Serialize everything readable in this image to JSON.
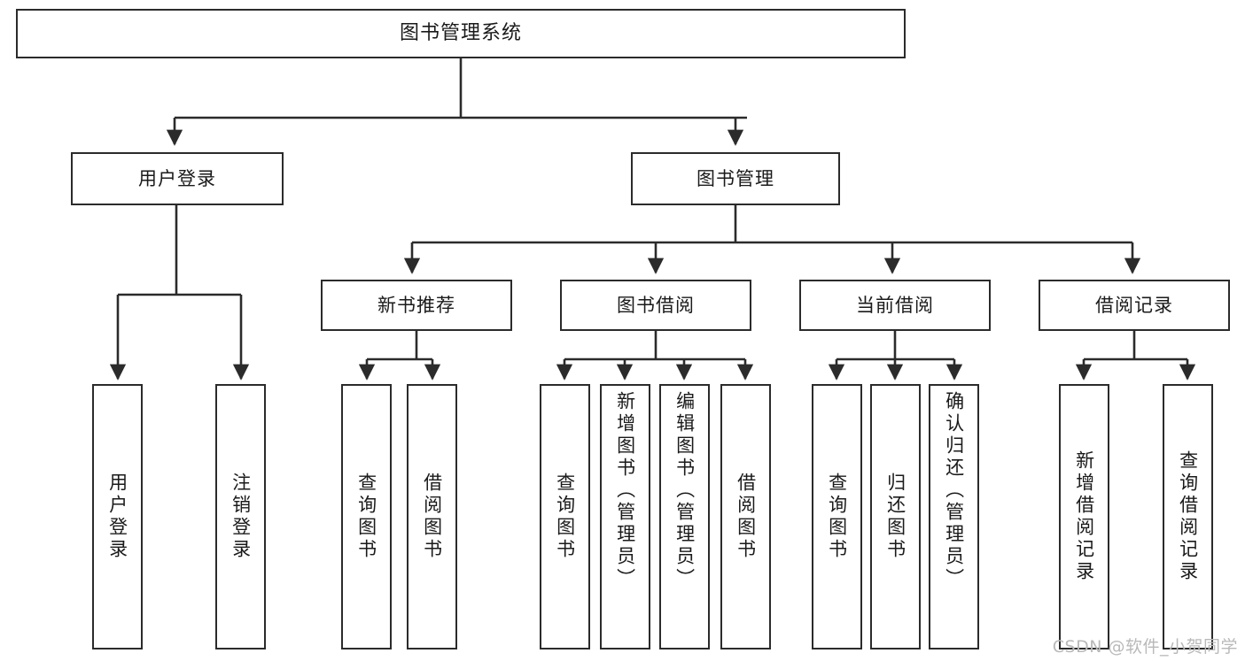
{
  "diagram": {
    "title": "图书管理系统",
    "type": "tree",
    "style": {
      "background": "#ffffff",
      "border_color": "#2b2b2b",
      "text_color": "#1a1a1a",
      "watermark_color": "#b9b9b9"
    },
    "watermark": "CSDN @软件_小贺同学",
    "root": {
      "label": "图书管理系统"
    },
    "level2": [
      {
        "label": "用户登录"
      },
      {
        "label": "图书管理"
      }
    ],
    "level3": [
      {
        "label": "新书推荐"
      },
      {
        "label": "图书借阅"
      },
      {
        "label": "当前借阅"
      },
      {
        "label": "借阅记录"
      }
    ],
    "leaves": {
      "user_login": [
        {
          "label": "用户登录"
        },
        {
          "label": "注销登录"
        }
      ],
      "new_book_recommend": [
        {
          "label": "查询图书"
        },
        {
          "label": "借阅图书"
        }
      ],
      "book_borrow": [
        {
          "label": "查询图书"
        },
        {
          "label": "新增图书（管理员）"
        },
        {
          "label": "编辑图书（管理员）"
        },
        {
          "label": "借阅图书"
        }
      ],
      "current_borrow": [
        {
          "label": "查询图书"
        },
        {
          "label": "归还图书"
        },
        {
          "label": "确认归还（管理员）"
        }
      ],
      "borrow_record": [
        {
          "label": "新增借阅记录"
        },
        {
          "label": "查询借阅记录"
        }
      ]
    }
  }
}
